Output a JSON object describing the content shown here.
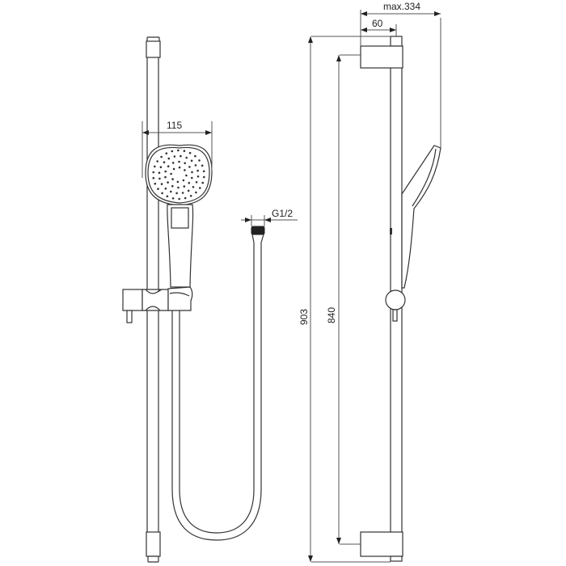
{
  "drawing": {
    "title": "Shower rail kit dimension drawing",
    "views": [
      "front-view",
      "side-view"
    ],
    "units": "mm"
  },
  "dimensions": {
    "handshower_width": "115",
    "hose_connection": "G1/2",
    "total_height": "903",
    "rail_length": "840",
    "wall_depth": "60",
    "max_projection": "max.334"
  },
  "colors": {
    "line": "#333333",
    "background": "#ffffff",
    "thread": "#222222"
  }
}
